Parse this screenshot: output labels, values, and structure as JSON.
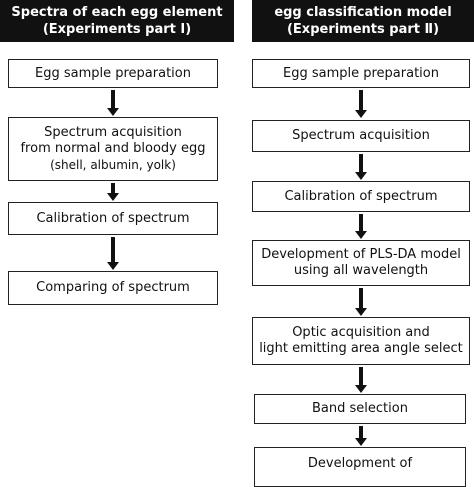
{
  "left": {
    "header": [
      "Spectra of each egg element",
      "(Experiments part Ⅰ)"
    ],
    "steps": [
      {
        "lines": [
          "Egg sample preparation"
        ]
      },
      {
        "lines": [
          "Spectrum acquisition",
          "from normal and bloody egg",
          "(shell, albumin, yolk)"
        ]
      },
      {
        "lines": [
          "Calibration of spectrum"
        ]
      },
      {
        "lines": [
          "Comparing of spectrum"
        ]
      }
    ]
  },
  "right": {
    "header": [
      "egg classification model",
      "(Experiments part Ⅱ)"
    ],
    "steps": [
      {
        "lines": [
          "Egg sample preparation"
        ]
      },
      {
        "lines": [
          "Spectrum acquisition"
        ]
      },
      {
        "lines": [
          "Calibration of spectrum"
        ]
      },
      {
        "lines": [
          "Development of PLS-DA model",
          "using all wavelength"
        ]
      },
      {
        "lines": [
          "Optic acquisition and",
          "light emitting area angle select"
        ]
      },
      {
        "lines": [
          "Band selection"
        ]
      },
      {
        "lines": [
          "Development of"
        ]
      }
    ]
  }
}
